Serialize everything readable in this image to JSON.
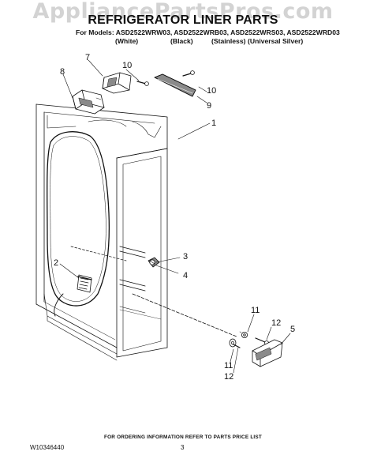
{
  "watermark": "AppliancePartsPros.com",
  "header": {
    "title": "REFRIGERATOR LINER PARTS",
    "models_line": "For Models: ASD2522WRW03, ASD2522WRB03, ASD2522WRS03, ASD2522WRD03",
    "variants": [
      "(White)",
      "(Black)",
      "(Stainless)",
      "(Universal Silver)"
    ]
  },
  "callouts": [
    "1",
    "2",
    "3",
    "4",
    "5",
    "7",
    "8",
    "9",
    "10",
    "10",
    "11",
    "11",
    "12",
    "12"
  ],
  "footer": {
    "note": "FOR ORDERING INFORMATION REFER TO PARTS PRICE LIST",
    "doc_number": "W10346440",
    "page_number": "3"
  },
  "colors": {
    "ink": "#111111",
    "watermark": "#d3d3d3",
    "part_shade": "#8a8a8a"
  }
}
